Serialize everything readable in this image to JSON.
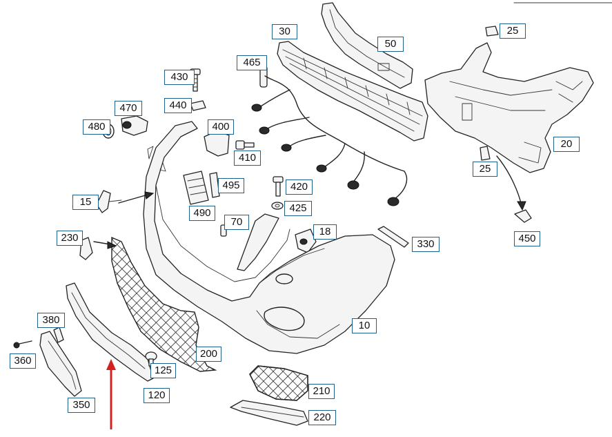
{
  "diagram": {
    "colors": {
      "callout_border": "#1f5f8b",
      "arrow": "#d32020",
      "line": "#222222"
    },
    "callouts": [
      {
        "key": "c30",
        "label": "30"
      },
      {
        "key": "c50",
        "label": "50"
      },
      {
        "key": "c25a",
        "label": "25"
      },
      {
        "key": "c465",
        "label": "465"
      },
      {
        "key": "c430",
        "label": "430"
      },
      {
        "key": "c470",
        "label": "470"
      },
      {
        "key": "c440",
        "label": "440"
      },
      {
        "key": "c480",
        "label": "480"
      },
      {
        "key": "c400",
        "label": "400"
      },
      {
        "key": "c410",
        "label": "410"
      },
      {
        "key": "c20",
        "label": "20"
      },
      {
        "key": "c25b",
        "label": "25"
      },
      {
        "key": "c495",
        "label": "495"
      },
      {
        "key": "c420",
        "label": "420"
      },
      {
        "key": "c15",
        "label": "15"
      },
      {
        "key": "c425",
        "label": "425"
      },
      {
        "key": "c490",
        "label": "490"
      },
      {
        "key": "c70",
        "label": "70"
      },
      {
        "key": "c450",
        "label": "450"
      },
      {
        "key": "c18",
        "label": "18"
      },
      {
        "key": "c330",
        "label": "330"
      },
      {
        "key": "c230",
        "label": "230"
      },
      {
        "key": "c10",
        "label": "10"
      },
      {
        "key": "c380",
        "label": "380"
      },
      {
        "key": "c200",
        "label": "200"
      },
      {
        "key": "c360",
        "label": "360"
      },
      {
        "key": "c125",
        "label": "125"
      },
      {
        "key": "c210",
        "label": "210"
      },
      {
        "key": "c120",
        "label": "120"
      },
      {
        "key": "c350",
        "label": "350"
      },
      {
        "key": "c220",
        "label": "220"
      }
    ]
  }
}
